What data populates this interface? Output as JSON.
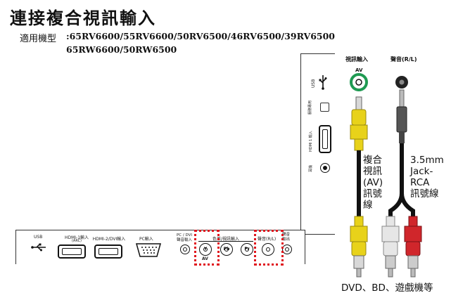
{
  "title": "連接複合視訊輸入",
  "models": {
    "label": "適用機型",
    "line1": ":65RV6600/55RV6600/50RV6500/46RV6500/39RV6500",
    "line2": "65RW6600/50RW6500"
  },
  "side_panel": {
    "usb_label": "USB",
    "service_label": "服務專用",
    "hdmi_label": "HDMI 1 輸入",
    "earphone_label": "耳機"
  },
  "bottom_panel": {
    "usb_label": "USB",
    "hdmi1_label": "HDMI-1輸入",
    "hdmi1_sub": "(ARC)",
    "hdmi2_label": "HDMI-2/DVI輸入",
    "pc_label": "PC輸入",
    "pcdvi_label": "PC / DVI\n聲音輸入",
    "component_label": "色差/視訊輸入",
    "audio_label": "聲音(R/L)",
    "audio_out_label": "聲音\n輸出",
    "jack_y": "Y",
    "jack_pb": "Pb",
    "jack_pr": "Pr",
    "av_label": "AV"
  },
  "connectors": {
    "av_title": "視訊輸入",
    "av_sub": "AV",
    "audio_title": "聲音(R/L)"
  },
  "cable_left_label": "複合\n視訊\n(AV)\n訊號\n線",
  "cable_right_label": "3.5mm\nJack-\nRCA\n訊號線",
  "device_label": "DVD、BD、遊戲機等",
  "colors": {
    "yellow_plug": "#e8d21a",
    "red_plug": "#d0262b",
    "white_plug": "#e6e6e6",
    "av_jack_green": "#1f9a52",
    "highlight": "#e0151d"
  }
}
